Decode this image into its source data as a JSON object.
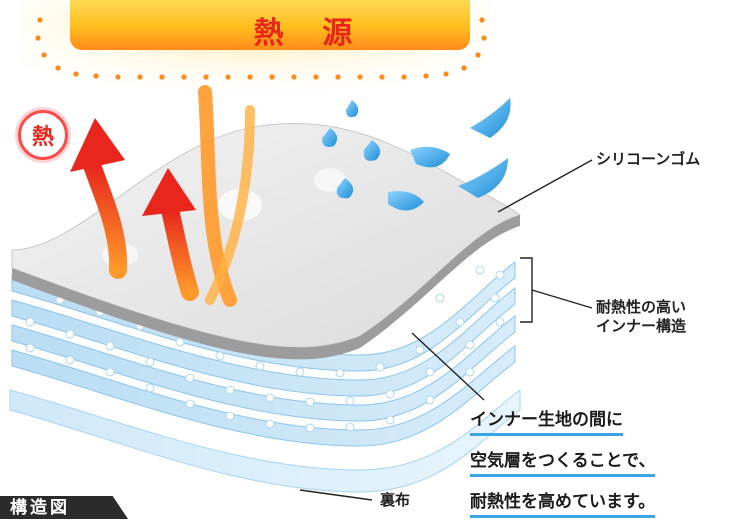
{
  "heat_source": {
    "label": "熱 源"
  },
  "heat_badge": {
    "label": "熱"
  },
  "labels": {
    "silicone": "シリコーンゴム",
    "inner_line1": "耐熱性の高い",
    "inner_line2": "インナー構造",
    "lining": "裏布"
  },
  "description": {
    "lines": [
      "インナー生地の間に",
      "空気層をつくることで、",
      "耐熱性を高めています。"
    ]
  },
  "figure_tag": "構造図",
  "colors": {
    "accent_blue": "#3aa5e6",
    "heat_red": "#e8261c",
    "heat_orange": "#ff7a1a",
    "banner_yellow": "#ffd23a",
    "water_blue": "#38a7e6"
  }
}
